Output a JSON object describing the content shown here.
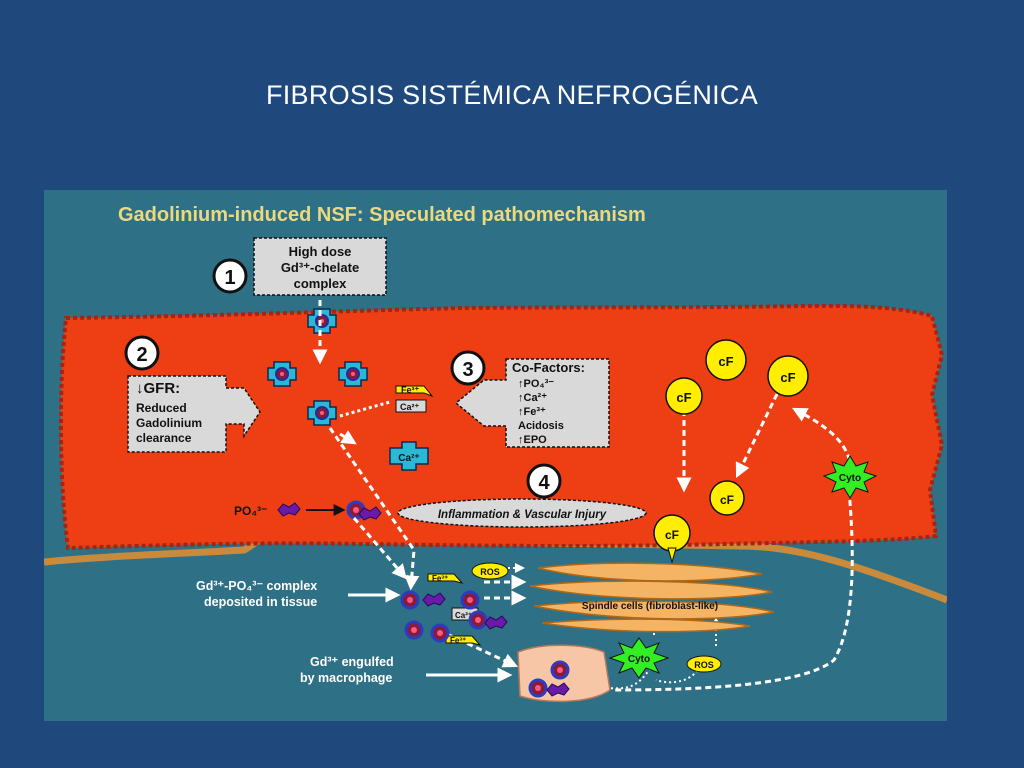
{
  "slide": {
    "title": "FIBROSIS SISTÉMICA  NEFROGÉNICA"
  },
  "figure": {
    "title": "Gadolinium-induced NSF: Speculated pathomechanism",
    "steps": [
      "1",
      "2",
      "3",
      "4"
    ],
    "box1": {
      "lines": [
        "High dose",
        "Gd³⁺-chelate",
        "complex"
      ]
    },
    "box2": {
      "header": "↓GFR:",
      "lines": [
        "Reduced",
        "Gadolinium",
        "clearance"
      ]
    },
    "box3": {
      "header": "Co-Factors:",
      "lines": [
        "↑PO₄³⁻",
        "↑Ca²⁺",
        "↑Fe³⁺",
        "Acidosis",
        "↑EPO"
      ]
    },
    "inflammation_label": "Inflammation & Vascular Injury",
    "ions": {
      "fe": "Fe³⁺",
      "ca": "Ca²⁺",
      "po4": "PO₄³⁻"
    },
    "cf_label": "cF",
    "cyto_label": "Cyto",
    "ros_label": "ROS",
    "spindle_label": "Spindle cells (fibroblast-like)",
    "deposit_label": [
      "Gd³⁺-PO₄³⁻ complex",
      "deposited in tissue"
    ],
    "macrophage_label": [
      "Gd³⁺ engulfed",
      "by macrophage"
    ]
  },
  "colors": {
    "slide_background": "#1f497d",
    "figure_background": "#2e7186",
    "vessel": "#ee3f14",
    "title_text": "#ecd87e",
    "box_fill": "#d9d9d9",
    "cf_yellow": "#ffee00",
    "cyto_green": "#33ee22",
    "spindle": "#f5b463",
    "macrophage": "#f6c6a6",
    "membrane": "#c98a3c"
  }
}
